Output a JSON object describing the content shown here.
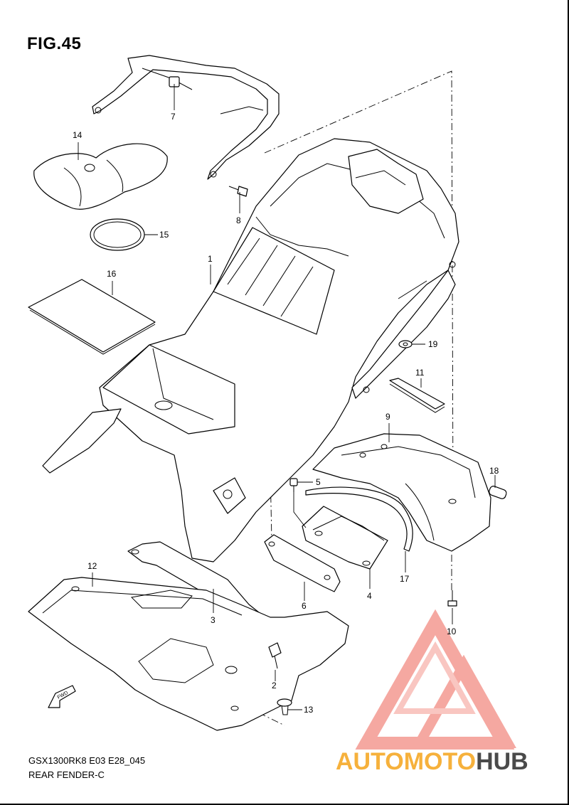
{
  "figure": {
    "title": "FIG.45"
  },
  "footer": {
    "model_code": "GSX1300RK8 E03 E28_045",
    "section_name": "REAR FENDER-C"
  },
  "fwd_label": "FWD",
  "watermark": {
    "text": "AUTOMOTOHUB",
    "part_a": "AUTOMOTO",
    "part_b": "HUB",
    "color_a": "#f6b13c",
    "color_b": "#e8483a",
    "color_c": "#4a4a4a",
    "mark_color": "#f28b82"
  },
  "callouts": [
    "1",
    "2",
    "3",
    "5",
    "6",
    "7",
    "8",
    "9",
    "10",
    "11",
    "12",
    "13",
    "14",
    "15",
    "16",
    "17",
    "18",
    "19",
    "4"
  ]
}
